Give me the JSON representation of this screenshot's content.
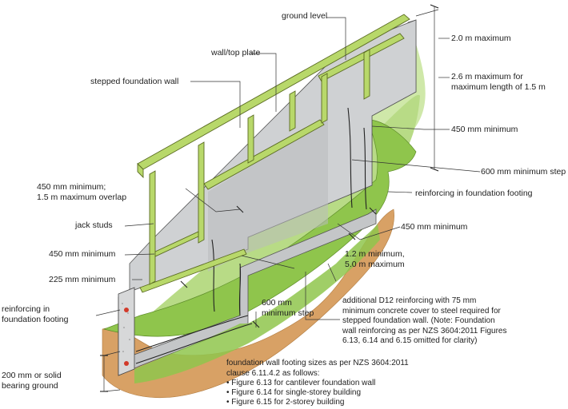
{
  "colors": {
    "timber": "#b8d86a",
    "timber_stroke": "#5a6b22",
    "concrete": "#cfd1d3",
    "concrete_dark": "#b9bbbd",
    "ground_green": "#8fc54c",
    "ground_light": "#cfe8a9",
    "soil": "#d8a165",
    "rebar_red": "#d23a2a",
    "line": "#333333"
  },
  "labels": {
    "ground_level": "ground level",
    "top_plate": "wall/top plate",
    "stepped_wall": "stepped foundation wall",
    "max_2m": "2.0 m maximum",
    "max_26": "2.6 m maximum for\nmaximum length of 1.5 m",
    "min_450_top": "450 mm minimum",
    "min_600_step_right": "600 mm minimum step",
    "reinf_footing_right": "reinforcing in foundation footing",
    "min_450_overlap": "450 mm minimum;\n1.5 m maximum overlap",
    "jack_studs": "jack studs",
    "min_450_right": "450 mm minimum",
    "min_450_left": "450 mm minimum",
    "range_12_50": "1.2 m minimum,\n5.0 m maximum",
    "min_225": "225 mm minimum",
    "step_600": "600 mm\nminimum step",
    "reinf_footing_left": "reinforcing in\nfoundation footing",
    "additional_d12": "additional D12 reinforcing with 75 mm\nminimum concrete cover to steel required for\nstepped foundation wall. (Note: Foundation\nwall reinforcing as per NZS 3604:2011 Figures\n6.13, 6.14 and 6.15 omitted for clarity)",
    "bearing_ground": "200 mm or solid\nbearing ground",
    "footing_sizes": "foundation wall footing sizes as per NZS 3604:2011\nclause 6.11.4.2 as follows:",
    "figures": [
      "• Figure 6.13 for cantilever foundation wall",
      "• Figure 6.14 for single-storey building",
      "• Figure 6.15 for 2-storey building"
    ]
  }
}
